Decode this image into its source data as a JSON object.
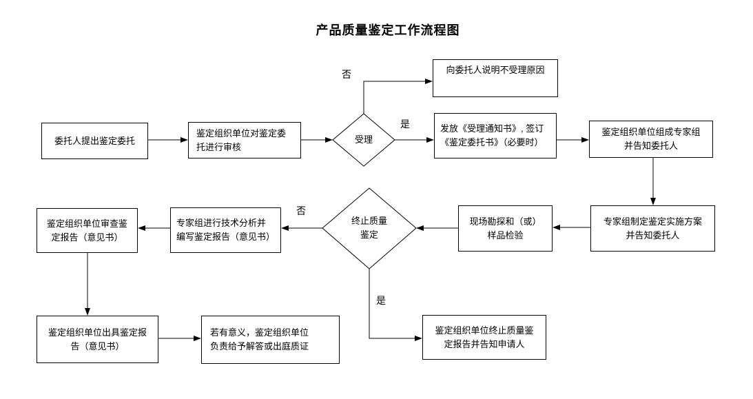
{
  "title": "产品质量鉴定工作流程图",
  "nodes": {
    "n1": {
      "lines": [
        "向委托人说明不受理原因"
      ]
    },
    "n2": {
      "lines": [
        "委托人提出鉴定委托"
      ]
    },
    "n3": {
      "lines": [
        "鉴定组织单位对鉴定委",
        "托进行审核"
      ]
    },
    "d1": {
      "lines": [
        "受理"
      ]
    },
    "n4": {
      "lines": [
        "发放《受理通知书》, 签订",
        "《鉴定委托书》（必要时）"
      ]
    },
    "n5": {
      "lines": [
        "鉴定组织单位组成专家组",
        "并告知委托人"
      ]
    },
    "n6": {
      "lines": [
        "专家组制定鉴定实施方案",
        "并告知委托人"
      ]
    },
    "n7": {
      "lines": [
        "现场勘探和（或）",
        "样品检验"
      ]
    },
    "d2": {
      "lines": [
        "终止质量",
        "鉴定"
      ]
    },
    "n8": {
      "lines": [
        "专家组进行技术分析并",
        "编写鉴定报告（意见书）"
      ]
    },
    "n9": {
      "lines": [
        "鉴定组织单位审查鉴",
        "定报告（意见书）"
      ]
    },
    "n10": {
      "lines": [
        "鉴定组织单位出具鉴定报",
        "告（意见书）"
      ]
    },
    "n11": {
      "lines": [
        "若有意义，鉴定组织单位",
        "负责给予解答或出庭质证"
      ]
    },
    "n12": {
      "lines": [
        "鉴定组织单位终止质量鉴",
        "定报告并告知申请人"
      ]
    }
  },
  "edge_labels": {
    "no_top": "否",
    "yes_right": "是",
    "no_left": "否",
    "yes_bottom": "是"
  },
  "colors": {
    "line": "#000000",
    "background": "#ffffff",
    "box_fill": "#ffffff"
  }
}
